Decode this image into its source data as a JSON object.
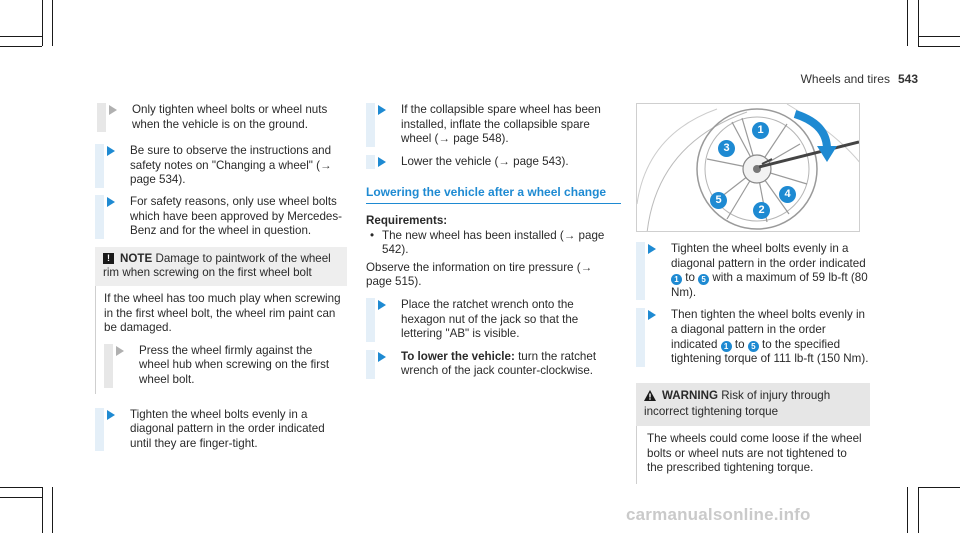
{
  "header": {
    "section": "Wheels and tires",
    "page": "543"
  },
  "col1": {
    "step1": "Only tighten wheel bolts or wheel nuts when the vehicle is on the ground.",
    "step2": "Be sure to observe the instructions and safety notes on \"Changing a wheel\" (→ page 534).",
    "step3": "For safety reasons, only use wheel bolts which have been approved by Mercedes-Benz and for the wheel in question.",
    "note_icon": "!",
    "note_title": "NOTE",
    "note_title_text": "Damage to paintwork of the wheel rim when screwing on the first wheel bolt",
    "note_body": "If the wheel has too much play when screwing in the first wheel bolt, the wheel rim paint can be damaged.",
    "note_step": "Press the wheel firmly against the wheel hub when screwing on the first wheel bolt.",
    "step4": "Tighten the wheel bolts evenly in a diagonal pattern in the order indicated until they are finger-tight."
  },
  "col2": {
    "step1": "If the collapsible spare wheel has been installed, inflate the collapsible spare wheel (→ page 548).",
    "step2": "Lower the vehicle (→ page 543).",
    "heading": "Lowering the vehicle after a wheel change",
    "requirements_label": "Requirements:",
    "requirement1": "The new wheel has been installed (→ page 542).",
    "observe": "Observe the information on tire pressure (→ page 515).",
    "step3": "Place the ratchet wrench onto the hexagon nut of the jack so that the lettering \"AB\" is visible.",
    "step4_bold": "To lower the vehicle:",
    "step4_text": "turn the ratchet wrench of the jack counter-clockwise."
  },
  "col3": {
    "figure_labels": [
      "1",
      "2",
      "3",
      "4",
      "5"
    ],
    "step1_a": "Tighten the wheel bolts evenly in a diagonal pattern in the order indicated",
    "step1_b": "to",
    "step1_c": "with a maximum of 59 lb-ft (80 Nm).",
    "step2_a": "Then tighten the wheel bolts evenly in a diagonal pattern in the order indicated",
    "step2_b": "to",
    "step2_c": "to the specified tightening torque of 111 lb-ft (150 Nm).",
    "warning_title": "WARNING",
    "warning_title_text": "Risk of injury through incorrect tightening torque",
    "warning_body": "The wheels could come loose if the wheel bolts or wheel nuts are not tightened to the prescribed tightening torque."
  },
  "watermark": "carmanualsonline.info",
  "colors": {
    "accent": "#1e8ad2",
    "badge": "#1e8ad2"
  }
}
